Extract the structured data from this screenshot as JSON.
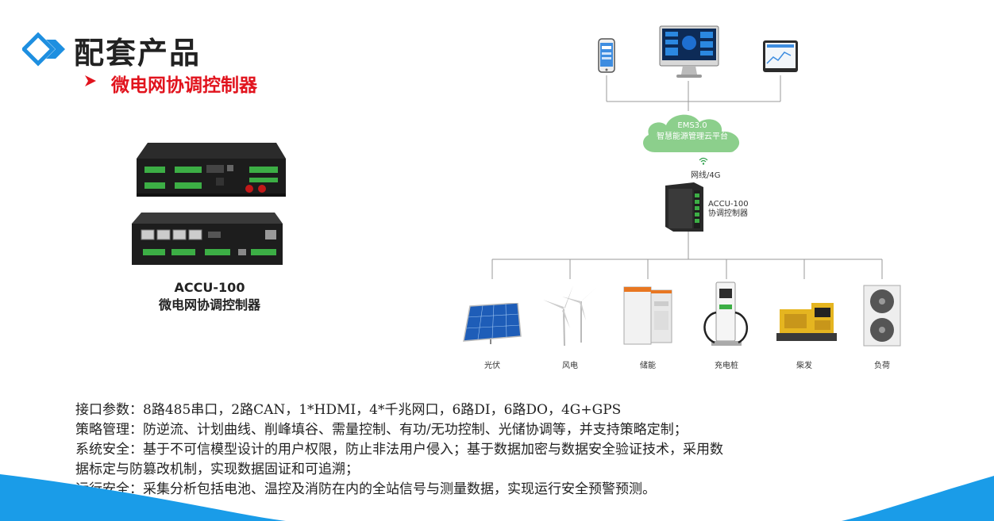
{
  "page": {
    "title": "配套产品",
    "subtitle": "微电网协调控制器"
  },
  "product": {
    "model": "ACCU-100",
    "name": "微电网协调控制器"
  },
  "topology": {
    "cloud_line1": "EMS3.0",
    "cloud_line2": "智慧能源管理云平台",
    "network_label": "网线/4G",
    "controller_line1": "ACCU-100",
    "controller_line2": "协调控制器",
    "loads": [
      "光伏",
      "风电",
      "储能",
      "充电桩",
      "柴发",
      "负荷"
    ]
  },
  "description": [
    "接口参数：8路485串口，2路CAN，1*HDMI，4*千兆网口，6路DI，6路DO，4G+GPS",
    "策略管理：防逆流、计划曲线、削峰填谷、需量控制、有功/无功控制、光储协调等，并支持策略定制；",
    "系统安全：基于不可信模型设计的用户权限，防止非法用户侵入；基于数据加密与数据安全验证技术，采用数",
    "据标定与防篡改机制，实现数据固证和可追溯；",
    "运行安全：采集分析包括电池、温控及消防在内的全站信号与测量数据，实现运行安全预警预测。"
  ],
  "colors": {
    "accent_blue": "#1e8fe0",
    "subtitle_red": "#e1131d",
    "cloud_green": "#8ccf8c",
    "wave_blue": "#1a9ce8"
  }
}
